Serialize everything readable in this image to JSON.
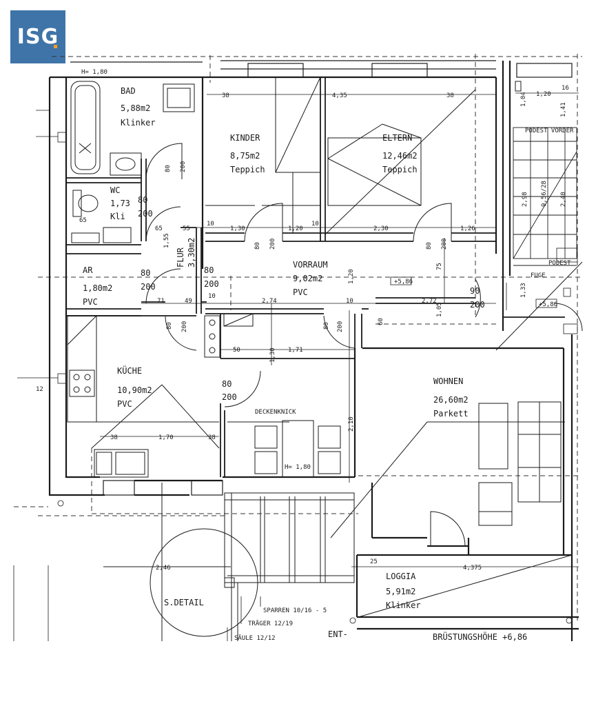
{
  "logo": {
    "text": "ISG",
    "color": "#3f74a8"
  },
  "rooms": {
    "bad": {
      "name": "BAD",
      "area": "5,88m2",
      "floor": "Klinker"
    },
    "wc": {
      "name": "WC",
      "area": "1,73",
      "floor": "Kli"
    },
    "ar": {
      "name": "AR",
      "area": "1,80m2",
      "floor": "PVC"
    },
    "kinder": {
      "name": "KINDER",
      "area": "8,75m2",
      "floor": "Teppich"
    },
    "eltern": {
      "name": "ELTERN",
      "area": "12,46m2",
      "floor": "Teppich"
    },
    "flur": {
      "name": "FLUR",
      "area": "3,30m2"
    },
    "vorraum": {
      "name": "VORRAUM",
      "area": "9,02m2",
      "floor": "PVC"
    },
    "kuche": {
      "name": "KÜCHE",
      "area": "10,90m2",
      "floor": "PVC"
    },
    "wohnen": {
      "name": "WOHNEN",
      "area": "26,60m2",
      "floor": "Parkett"
    },
    "loggia": {
      "name": "LOGGIA",
      "area": "5,91m2",
      "floor": "Klinker"
    }
  },
  "doors": {
    "bad": {
      "w": "80",
      "h": "200"
    },
    "wc": {
      "w": "80",
      "h": "200"
    },
    "ar": {
      "w": "80",
      "h": "200"
    },
    "kinder": {
      "w": "80",
      "h": "200"
    },
    "eltern": {
      "w": "80",
      "h": "200"
    },
    "flur": {
      "w": "80",
      "h": "200"
    },
    "kuche": {
      "w": "80",
      "h": "200"
    },
    "kuche2": {
      "w": "80",
      "h": "200"
    },
    "wohnen": {
      "w": "80",
      "h": "200"
    },
    "entrance": {
      "w": "90",
      "h": "200"
    }
  },
  "dimensions": {
    "d1": "H= 1,80",
    "d2": "38",
    "d3": "4,35",
    "d4": "38",
    "d5": "1,20",
    "d6": "16",
    "d7": "10",
    "d8": "1,30",
    "d9": "1,20",
    "d10": "10",
    "d11": "2,30",
    "d12": "1,26",
    "d13": "65",
    "d14": "55",
    "d15": "1,55",
    "d16": "71",
    "d17": "49",
    "d18": "10",
    "d19": "2,74",
    "d20": "10",
    "d21": "2,72",
    "d22": "1,20",
    "d23": "75",
    "d24": "1,33",
    "d25": "50",
    "d26": "1,71",
    "d27": "1,30",
    "d28": "2,10",
    "d29": "38",
    "d30": "1,70",
    "d31": "38",
    "d32": "H= 1,80",
    "d33": "2,46",
    "d34": "25",
    "d35": "4,375",
    "d36": "65",
    "d37": "12",
    "d38": "1,04",
    "d39": "1,41",
    "d40": "2,98",
    "d41": "2,40",
    "d42": "1,05",
    "d43": "60"
  },
  "annotations": {
    "deckenknick": "DECKENKNICK",
    "detail": "S.DETAIL",
    "sparren": "SPARREN 10/16 - 5",
    "trager": "TRÄGER 12/19",
    "saule": "SÄULE 12/12",
    "ent": "ENT-",
    "brust": "BRÜSTUNGSHÖHE +6,86",
    "podest1": "PODEST VORDER",
    "podest2": "PODEST",
    "fuge": "FUGE",
    "level": "+5,86",
    "level2": "+5,86",
    "stair": "9,56/28"
  }
}
